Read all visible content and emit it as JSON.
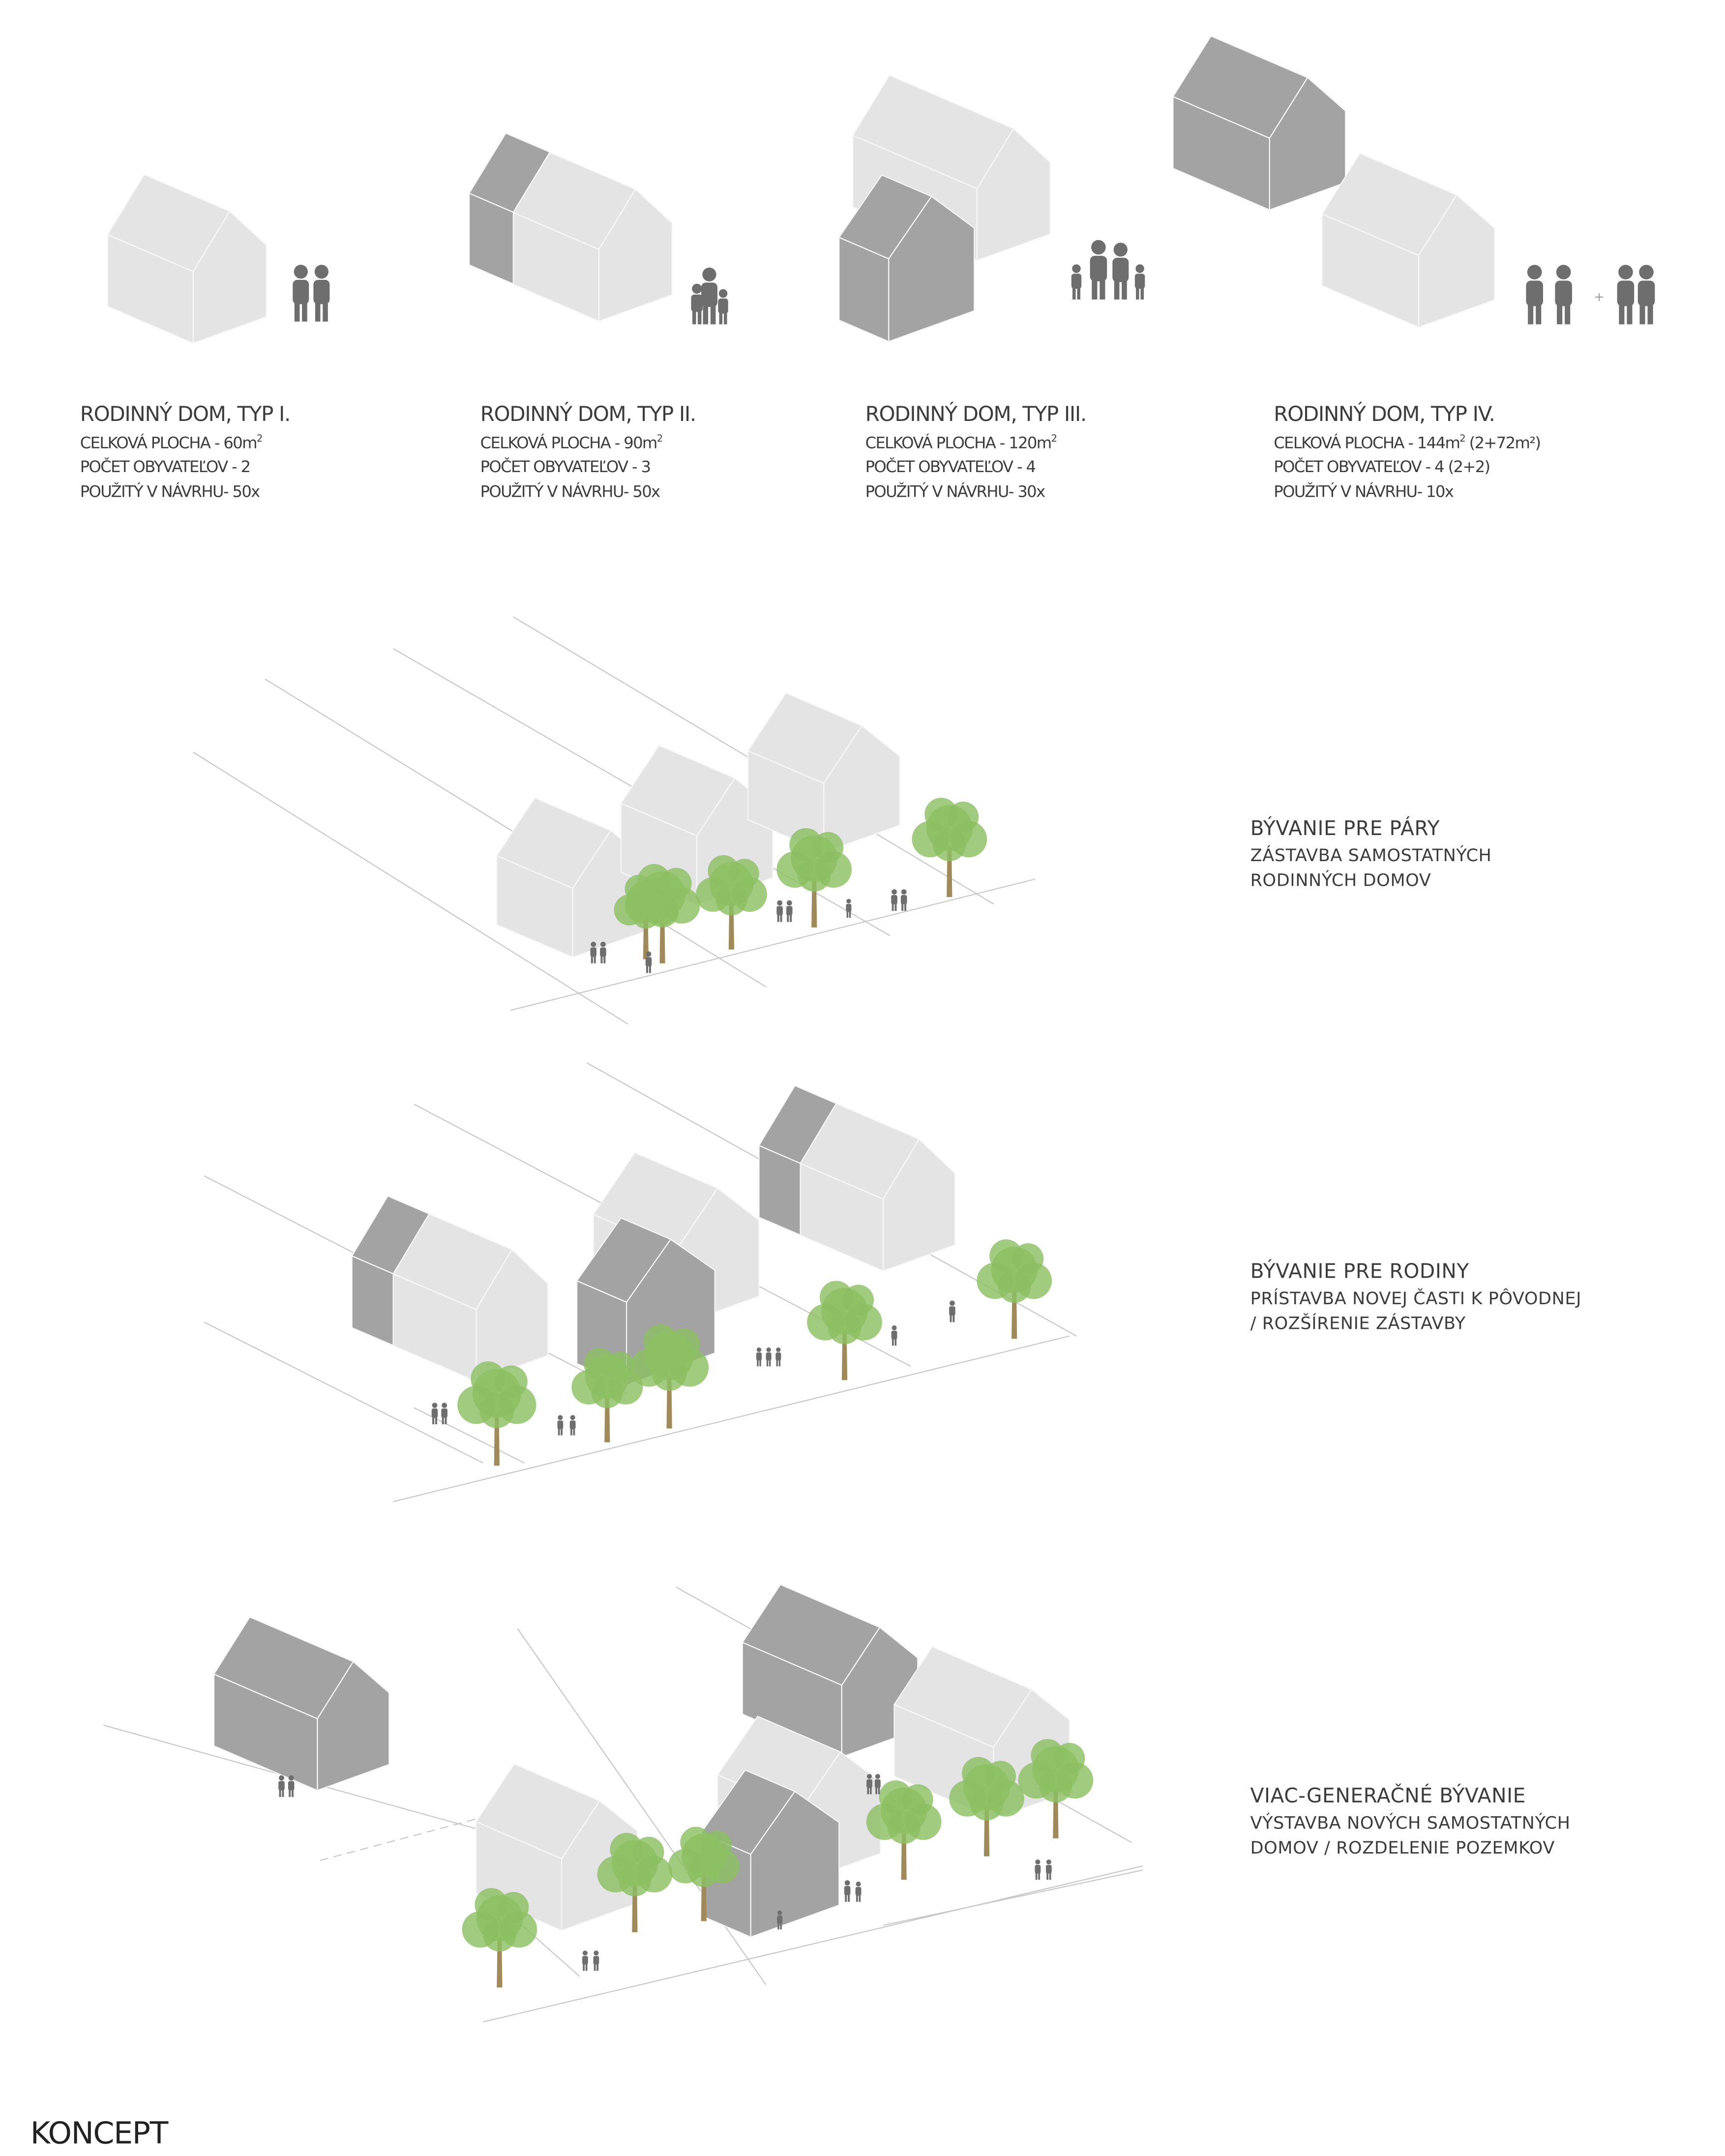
{
  "house_types": [
    {
      "title": "RODINNÝ DOM, TYP I.",
      "area": "CELKOVÁ PLOCHA - 60m",
      "area_sup": "2",
      "area_suffix": "",
      "residents": "POČET OBYVATEĽOV - 2",
      "used": "POUŽITÝ V NÁVRHU- 50x"
    },
    {
      "title": "RODINNÝ DOM, TYP II.",
      "area": "CELKOVÁ PLOCHA - 90m",
      "area_sup": "2",
      "area_suffix": "",
      "residents": "POČET OBYVATEĽOV - 3",
      "used": "POUŽITÝ V NÁVRHU- 50x"
    },
    {
      "title": "RODINNÝ DOM, TYP III.",
      "area": "CELKOVÁ PLOCHA - 120m",
      "area_sup": "2",
      "area_suffix": "",
      "residents": "POČET OBYVATEĽOV - 4",
      "used": "POUŽITÝ V NÁVRHU- 30x"
    },
    {
      "title": "RODINNÝ DOM, TYP IV.",
      "area": "CELKOVÁ PLOCHA - 144m",
      "area_sup": "2",
      "area_suffix": " (2+72m²)",
      "residents": "POČET OBYVATEĽOV - 4 (2+2)",
      "used": "POUŽITÝ V NÁVRHU- 10x"
    }
  ],
  "plus_sign": "+",
  "scenes": [
    {
      "title": "BÝVANIE PRE PÁRY",
      "line1": "ZÁSTAVBA SAMOSTATNÝCH",
      "line2": "RODINNÝCH DOMOV"
    },
    {
      "title": "BÝVANIE PRE RODINY",
      "line1": "PRÍSTAVBA NOVEJ ČASTI K PÔVODNEJ",
      "line2": "/ ROZŠÍRENIE ZÁSTAVBY"
    },
    {
      "title": "VIAC-GENERAČNÉ BÝVANIE",
      "line1": "VÝSTAVBA NOVÝCH SAMOSTATNÝCH",
      "line2": "DOMOV / ROZDELENIE POZEMKOV"
    }
  ],
  "footer_title": "KONCEPT",
  "colors": {
    "house_light": "#e4e4e4",
    "house_dark": "#a3a3a3",
    "people": "#6e6e6e",
    "tree": "#8cc063",
    "trunk": "#a08a5a",
    "line": "#c8c8c8",
    "text": "#3c3c3c"
  },
  "icons": [
    "house-icon",
    "person-icon",
    "tree-icon"
  ]
}
